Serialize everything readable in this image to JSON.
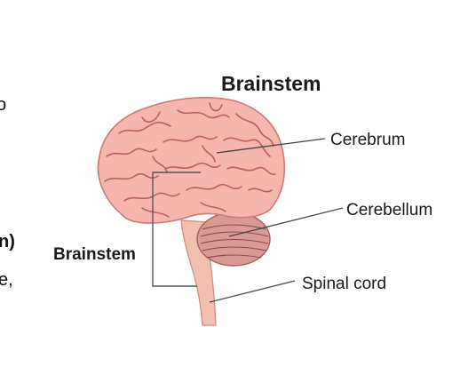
{
  "diagram": {
    "title": "Brainstem",
    "labels": {
      "cerebrum": "Cerebrum",
      "cerebellum": "Cerebellum",
      "brainstem": "Brainstem",
      "spinal_cord": "Spinal cord"
    },
    "edge_text": {
      "top_fragment": "o",
      "mid_fragment_bold": "n)",
      "lower_fragment": "e,"
    },
    "colors": {
      "brain_fill": "#f6b6ae",
      "brain_outline": "#c97a73",
      "cerebellum_fill": "#d99a94",
      "stem_fill": "#f3c0b0",
      "text": "#1a1a1a",
      "leader_line": "#444444"
    }
  }
}
